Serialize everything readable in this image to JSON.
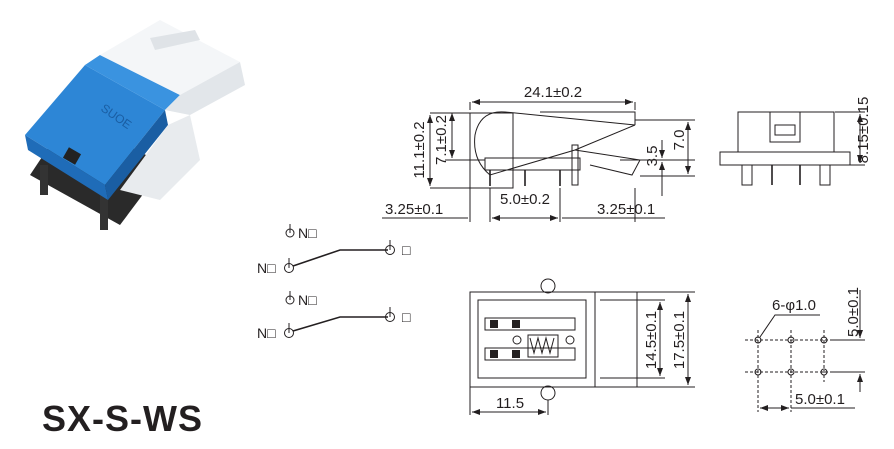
{
  "model": "SX-S-WS",
  "product_photo": {
    "logo_text": "SUOE",
    "body_color": "#2d86d6",
    "cap_color": "#f4f6f8",
    "base_color": "#2a2a2a"
  },
  "schematic": {
    "circuit1": {
      "top_label": "N□",
      "left_label": "N□",
      "right_label": "□"
    },
    "circuit2": {
      "top_label": "N□",
      "left_label": "N□",
      "right_label": "□"
    }
  },
  "side_view": {
    "length": "24.1±0.2",
    "height_total": "11.1±0.2",
    "height_inner": "7.1±0.2",
    "travel": "3.5",
    "actuator_height": "7.0",
    "left_offset": "3.25±0.1",
    "pin_pitch": "5.0±0.2",
    "right_offset": "3.25±0.1"
  },
  "end_view": {
    "height": "8.15±0.15"
  },
  "bottom_view": {
    "width_inner": "14.5±0.1",
    "width_outer": "17.5±0.1",
    "length": "11.5"
  },
  "hole_pattern": {
    "holes": "6-φ1.0",
    "row_pitch": "5.0±0.1",
    "col_pitch": "5.0±0.1"
  }
}
